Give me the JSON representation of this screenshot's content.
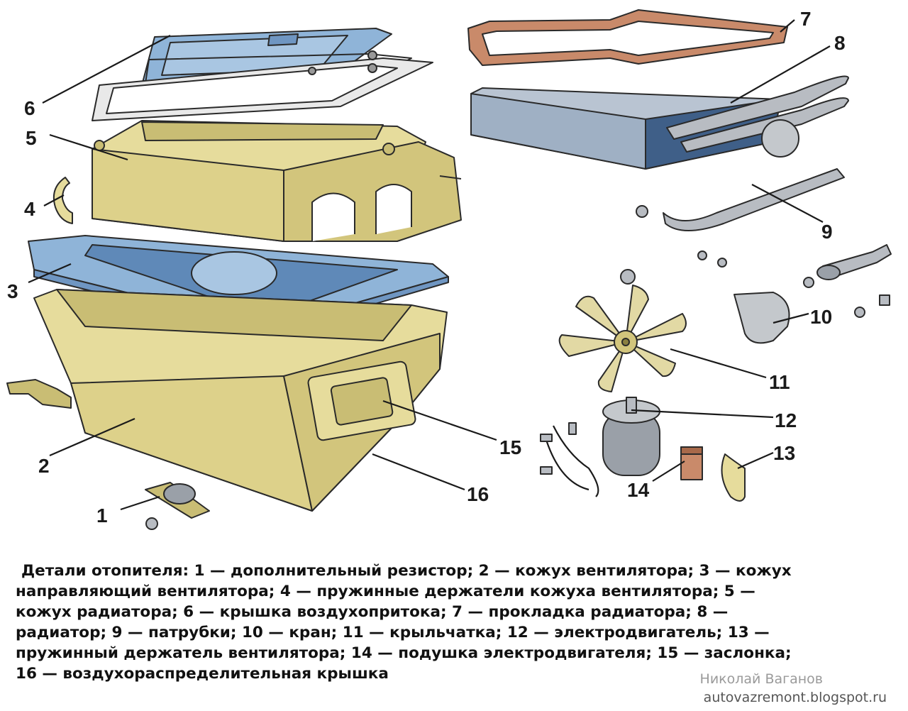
{
  "labels": {
    "n1": "1",
    "n2": "2",
    "n3": "3",
    "n4": "4",
    "n5": "5",
    "n6": "6",
    "n7": "7",
    "n8": "8",
    "n9": "9",
    "n10": "10",
    "n11": "11",
    "n12": "12",
    "n13": "13",
    "n14": "14",
    "n15": "15",
    "n16": "16"
  },
  "caption": {
    "lines": [
      "Детали отопителя: 1 — дополнительный резистор; 2 — кожух вентилятора; 3 — кожух",
      "направляющий вентилятора; 4 — пружинные держатели кожуха вентилятора; 5 —",
      "кожух радиатора; 6 — крышка воздухопритока; 7 — прокладка радиатора; 8 —",
      "радиатор; 9 — патрубки; 10 — кран; 11 — крыльчатка; 12 — электродвигатель; 13 —",
      "пружинный держатель вентилятора; 14 — подушка электродвигателя; 15 — заслонка;",
      "16 — воздухораспределительная крышка"
    ]
  },
  "watermark": {
    "author": "Николай Ваганов",
    "site": "autovazremont.blogspot.ru"
  },
  "colors": {
    "housing": "#e6dc9c",
    "housing_shade": "#c9bd74",
    "blue_part": "#8fb4d8",
    "blue_shade": "#5f89b8",
    "gasket": "#c98a6a",
    "radiator": "#b9c4d2",
    "fan": "#e2d9a4",
    "metal": "#b8bcc2"
  }
}
